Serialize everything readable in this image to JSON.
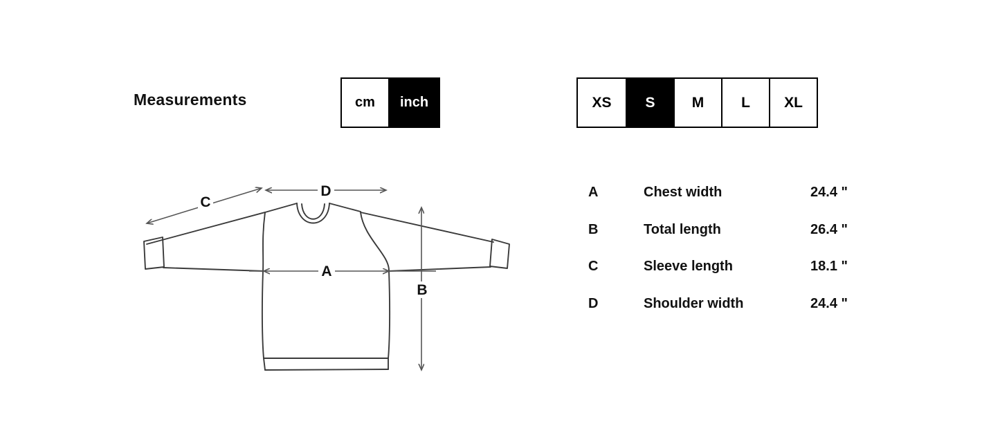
{
  "header": {
    "title": "Measurements"
  },
  "unit_toggle": {
    "selected": "inch",
    "options": [
      {
        "label": "cm",
        "selected": false
      },
      {
        "label": "inch",
        "selected": true
      }
    ]
  },
  "size_selector": {
    "selected": "S",
    "options": [
      {
        "label": "XS",
        "selected": false
      },
      {
        "label": "S",
        "selected": true
      },
      {
        "label": "M",
        "selected": false
      },
      {
        "label": "L",
        "selected": false
      },
      {
        "label": "XL",
        "selected": false
      }
    ]
  },
  "measurements": [
    {
      "code": "A",
      "label": "Chest width",
      "value": "24.4 \""
    },
    {
      "code": "B",
      "label": "Total length",
      "value": "26.4 \""
    },
    {
      "code": "C",
      "label": "Sleeve length",
      "value": "18.1 \""
    },
    {
      "code": "D",
      "label": "Shoulder width",
      "value": "24.4 \""
    }
  ],
  "diagram": {
    "type": "sweatshirt-flat-lay",
    "labels": {
      "a": "A",
      "b": "B",
      "c": "C",
      "d": "D"
    }
  },
  "colors": {
    "background": "#ffffff",
    "text": "#111111",
    "selected_background": "#000000",
    "selected_text": "#ffffff",
    "border": "#000000",
    "garment_outline": "#3a3a3a",
    "dimension_line": "#555555"
  }
}
